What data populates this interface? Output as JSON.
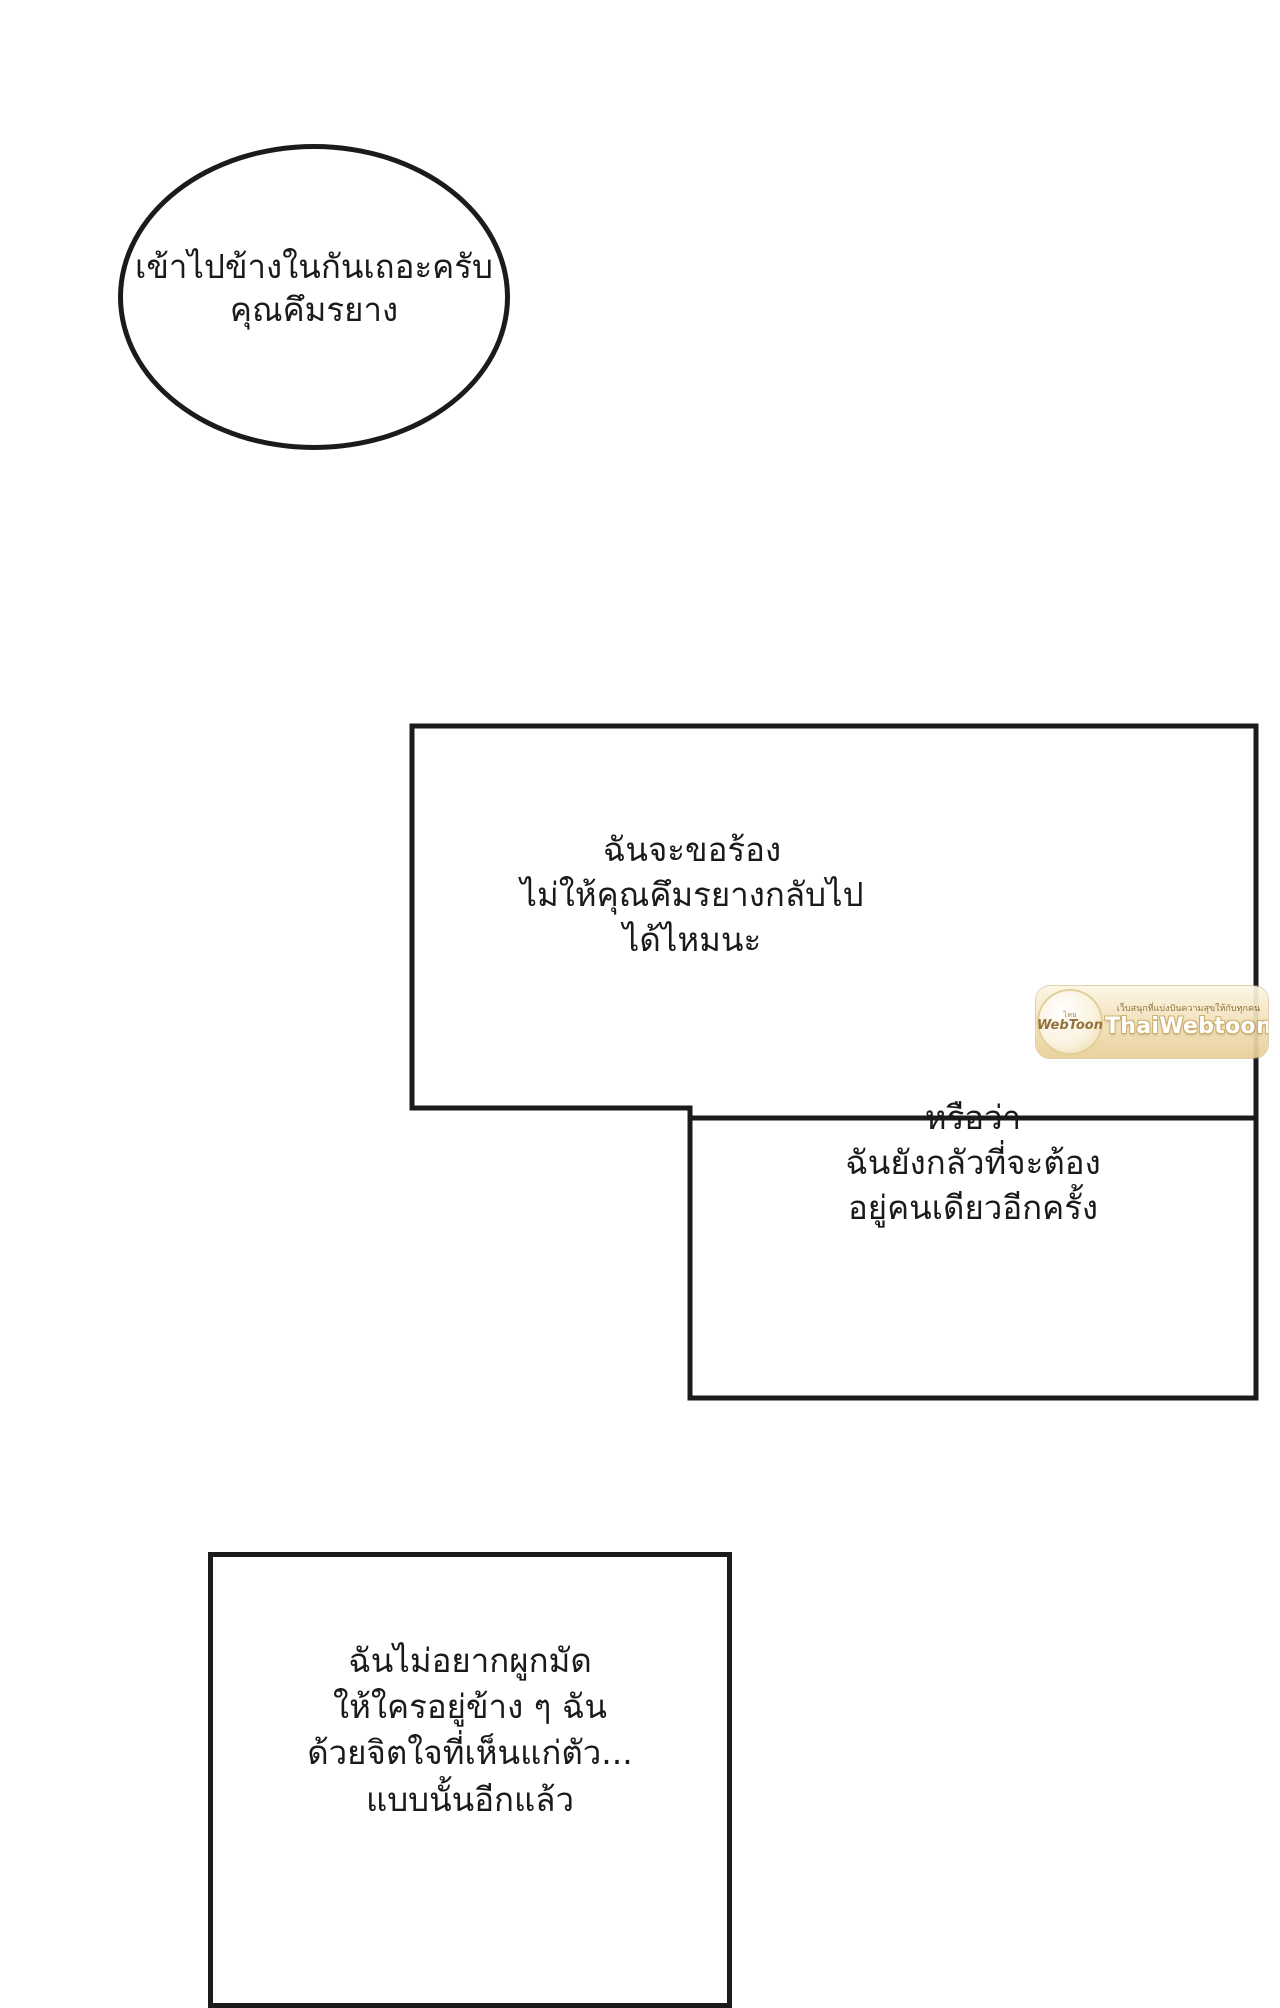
{
  "page": {
    "background_color": "#ffffff",
    "ink_color": "#1b1b1b",
    "text_color": "#1a1a1a"
  },
  "panels": [
    {
      "id": "panel-1",
      "shape": "oval-speech-balloon",
      "text": "เข้าไปข้างในกันเถอะครับ\nคุณคึมรยาง"
    },
    {
      "id": "panel-2",
      "shape": "stepped-rectangle",
      "text_a": "ฉันจะขอร้อง\nไม่ให้คุณคึมรยางกลับไป\nได้ไหมนะ",
      "text_b": "หรือว่า\nฉันยังกลัวที่จะต้อง\nอยู่คนเดียวอีกครั้ง"
    },
    {
      "id": "panel-3",
      "shape": "rectangle",
      "text": "ฉันไม่อยากผูกมัด\nให้ใครอยู่ข้าง ๆ ฉัน\nด้วยจิตใจที่เห็นแก่ตัว...\nแบบนั้นอีกแล้ว"
    }
  ],
  "watermark": {
    "badge_top_label": "ไทย",
    "badge_main_label": "WebToon",
    "tagline": "เว็บสนุกที่แบ่งปันความสุขให้กับทุกคน",
    "site_name": "ThaiWebtoon",
    "accent_color": "#e7cf97",
    "text_color": "#8a6a2d"
  }
}
